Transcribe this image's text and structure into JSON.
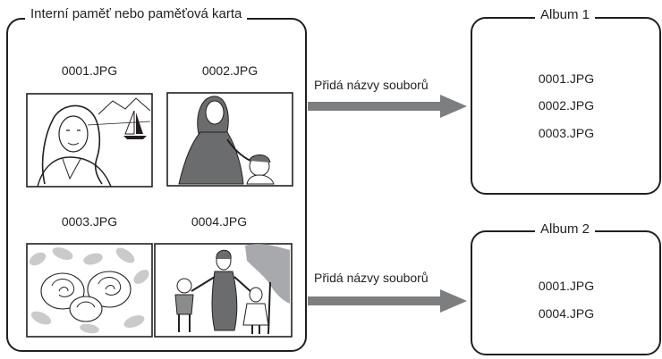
{
  "storage": {
    "title": "Interní paměť nebo paměťová karta",
    "images": [
      {
        "filename": "0001.JPG",
        "subject": "woman-portrait-with-sailboat"
      },
      {
        "filename": "0002.JPG",
        "subject": "mother-and-child"
      },
      {
        "filename": "0003.JPG",
        "subject": "flowers"
      },
      {
        "filename": "0004.JPG",
        "subject": "mother-with-two-children"
      }
    ]
  },
  "arrows": [
    {
      "label": "Přidá názvy souborů"
    },
    {
      "label": "Přidá názvy souborů"
    }
  ],
  "albums": [
    {
      "title": "Album 1",
      "files": [
        "0001.JPG",
        "0002.JPG",
        "0003.JPG"
      ]
    },
    {
      "title": "Album 2",
      "files": [
        "0001.JPG",
        "0004.JPG"
      ]
    }
  ]
}
